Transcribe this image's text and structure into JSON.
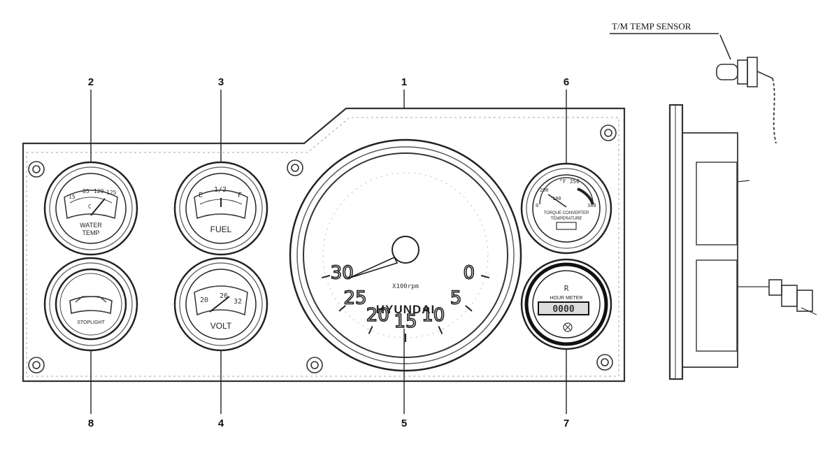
{
  "sensor_label": "T/M TEMP SENSOR",
  "callouts": [
    "1",
    "2",
    "3",
    "4",
    "5",
    "6",
    "7",
    "8"
  ],
  "gauges": {
    "water_temp": {
      "line1": "WATER",
      "line2": "TEMP",
      "ticks": [
        "15",
        "85",
        "120",
        "125"
      ],
      "mark": "C"
    },
    "fuel": {
      "label": "FUEL",
      "ticks": [
        "E",
        "1/2",
        "F"
      ]
    },
    "volt": {
      "label": "VOLT",
      "ticks": [
        "20",
        "26",
        "32"
      ]
    },
    "warning": {
      "label": "STOPLIGHT"
    },
    "converter": {
      "scale": "°F 350",
      "line1": "TORQUE CONVERTER",
      "line2": "TEMPERATURE",
      "ticks": [
        "0",
        "200",
        "100",
        "300"
      ]
    },
    "hour_meter": {
      "label": "HOUR METER",
      "value": "0000",
      "mark": "R"
    },
    "speedo": {
      "ticks": [
        "0",
        "5",
        "10",
        "15",
        "20",
        "25",
        "30"
      ],
      "unit": "X100rpm",
      "brand": "HYUNDAI"
    }
  }
}
